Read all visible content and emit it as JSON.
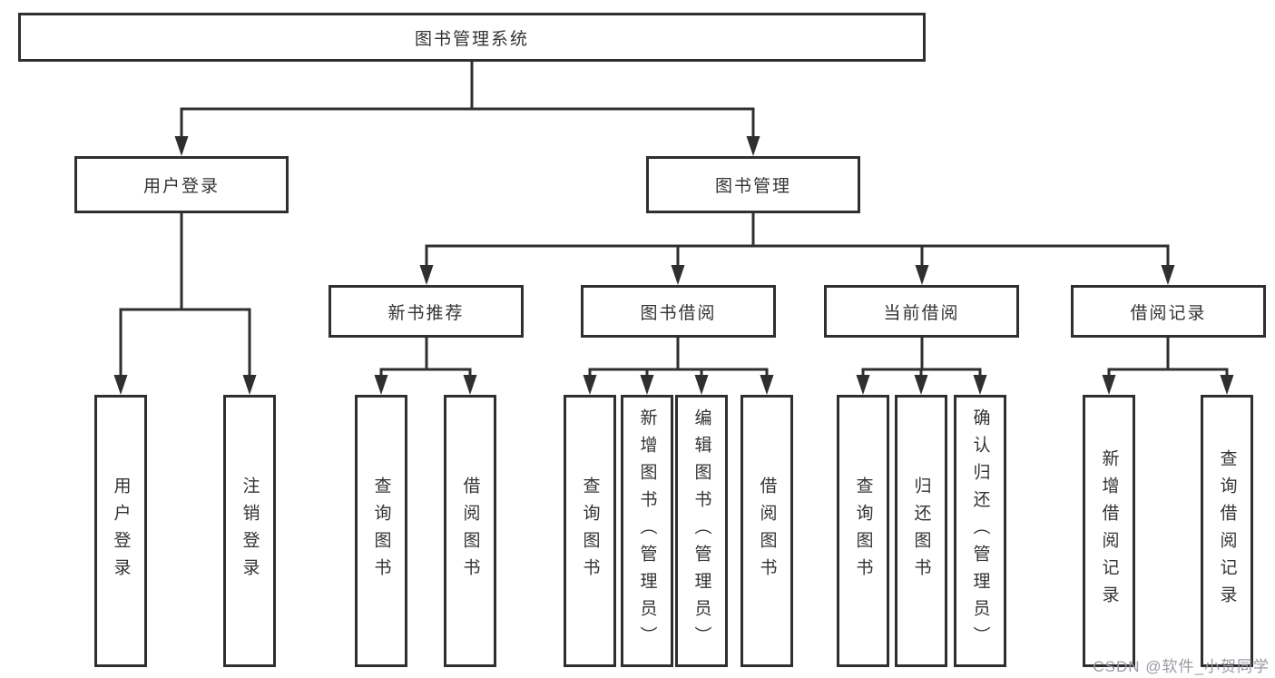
{
  "diagram": {
    "type": "hierarchy-tree",
    "tree": {
      "label": "图书管理系统",
      "children": [
        {
          "label": "用户登录",
          "children": [
            {
              "label": "用户登录"
            },
            {
              "label": "注销登录"
            }
          ]
        },
        {
          "label": "图书管理",
          "children": [
            {
              "label": "新书推荐",
              "children": [
                {
                  "label": "查询图书"
                },
                {
                  "label": "借阅图书"
                }
              ]
            },
            {
              "label": "图书借阅",
              "children": [
                {
                  "label": "查询图书"
                },
                {
                  "label": "新增图书（管理员）"
                },
                {
                  "label": "编辑图书（管理员）"
                },
                {
                  "label": "借阅图书"
                }
              ]
            },
            {
              "label": "当前借阅",
              "children": [
                {
                  "label": "查询图书"
                },
                {
                  "label": "归还图书"
                },
                {
                  "label": "确认归还（管理员）"
                }
              ]
            },
            {
              "label": "借阅记录",
              "children": [
                {
                  "label": "新增借阅记录"
                },
                {
                  "label": "查询借阅记录"
                }
              ]
            }
          ]
        }
      ]
    }
  },
  "colors": {
    "line": "#2f2f2f",
    "box_border": "#2f2f2f",
    "text": "#333333",
    "background": "#ffffff",
    "watermark": "#9a9aa2"
  },
  "watermark": "CSDN @软件_小贺同学"
}
